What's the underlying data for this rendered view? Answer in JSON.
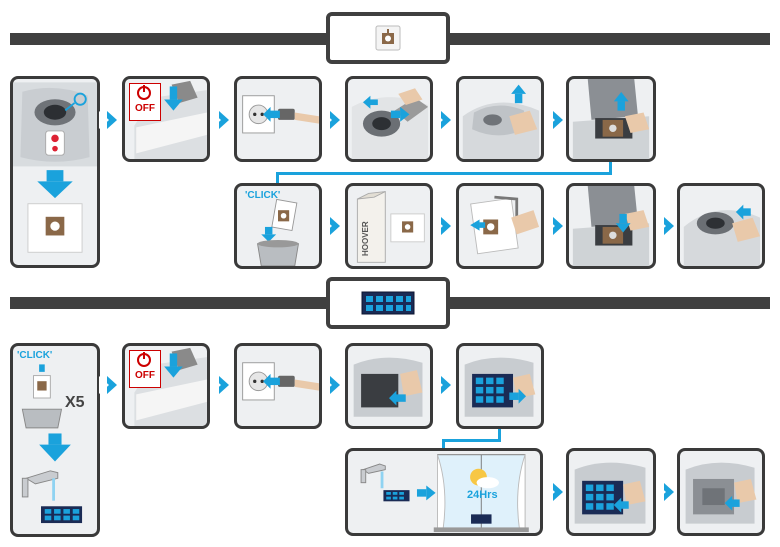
{
  "labels": {
    "off": "OFF",
    "click_top": "'CLICK'",
    "click_bottom": "'CLICK'",
    "box_brand": "HOOVER",
    "times_five": "X5",
    "dry_time": "24Hrs"
  },
  "colors": {
    "accent": "#1aa2dc",
    "band": "#404040",
    "panel_border": "#3a3a3a",
    "off_red": "#cc0000"
  },
  "icons": {
    "section_1": "dust-bag-icon",
    "section_2": "filter-icon",
    "step_arrow": "chevron-right-icon"
  }
}
